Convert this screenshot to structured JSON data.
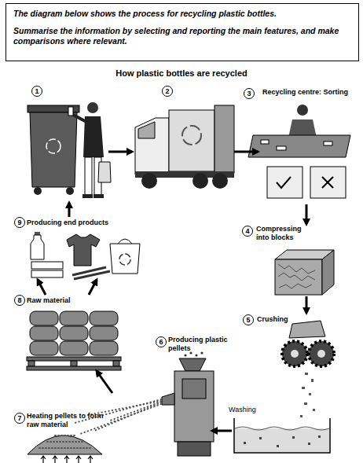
{
  "diagram": {
    "title": "How plastic bottles are recycled",
    "nodes": [
      {
        "text": [
          "The diagram below shows the process for recycling plastic bottles.",
          "Summarise the information by selecting and reporting the main features, and make comparisons where relevant."
        ]
      },
      {
        "text": [
          "1"
        ]
      },
      {
        "text": [
          "2"
        ]
      },
      {
        "text": [
          "3",
          "Recycling centre: Sorting"
        ]
      },
      {
        "text": [
          "4",
          "Compressing into blocks"
        ]
      },
      {
        "text": [
          "5",
          "Crushing"
        ]
      },
      {
        "text": [
          "6",
          "Producing plastic pellets"
        ]
      },
      {
        "text": [
          "7",
          "Heating pellets to form raw material"
        ]
      },
      {
        "text": [
          "8",
          "Raw material"
        ]
      },
      {
        "text": [
          "9",
          "Producing end products"
        ]
      }
    ],
    "edges": [
      {
        "from": 1,
        "to": 2,
        "arrow": "to"
      },
      {
        "from": 2,
        "to": 3,
        "arrow": "to"
      },
      {
        "from": 3,
        "to": 4,
        "arrow": "to"
      },
      {
        "from": 4,
        "to": 5,
        "arrow": "to"
      },
      {
        "from": 5,
        "to": 6,
        "arrow": "to"
      },
      {
        "from": 7,
        "to": 8,
        "arrow": "to"
      },
      {
        "from": 8,
        "to": 9,
        "arrow": "to"
      },
      {
        "from": 8,
        "to": 9,
        "arrow": "to"
      },
      {
        "from": 9,
        "to": 1,
        "arrow": "to"
      }
    ],
    "labels": [
      "Washing"
    ]
  }
}
